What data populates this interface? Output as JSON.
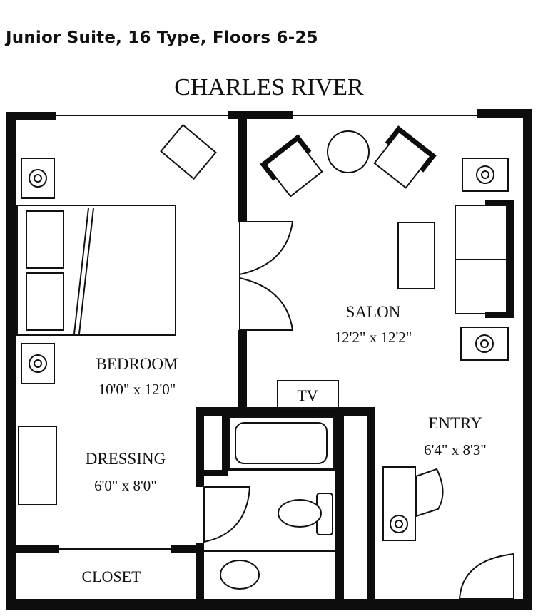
{
  "heading": "Junior Suite, 16 Type, Floors 6-25",
  "plan": {
    "view_label": "CHARLES RIVER",
    "rooms": {
      "bedroom": {
        "name": "BEDROOM",
        "size": "10'0\" x 12'0\""
      },
      "salon": {
        "name": "SALON",
        "size": "12'2\" x 12'2\""
      },
      "dressing": {
        "name": "DRESSING",
        "size": "6'0\" x 8'0\""
      },
      "entry": {
        "name": "ENTRY",
        "size": "6'4\" x 8'3\""
      },
      "closet": {
        "name": "CLOSET"
      }
    },
    "tv_label": "TV"
  }
}
